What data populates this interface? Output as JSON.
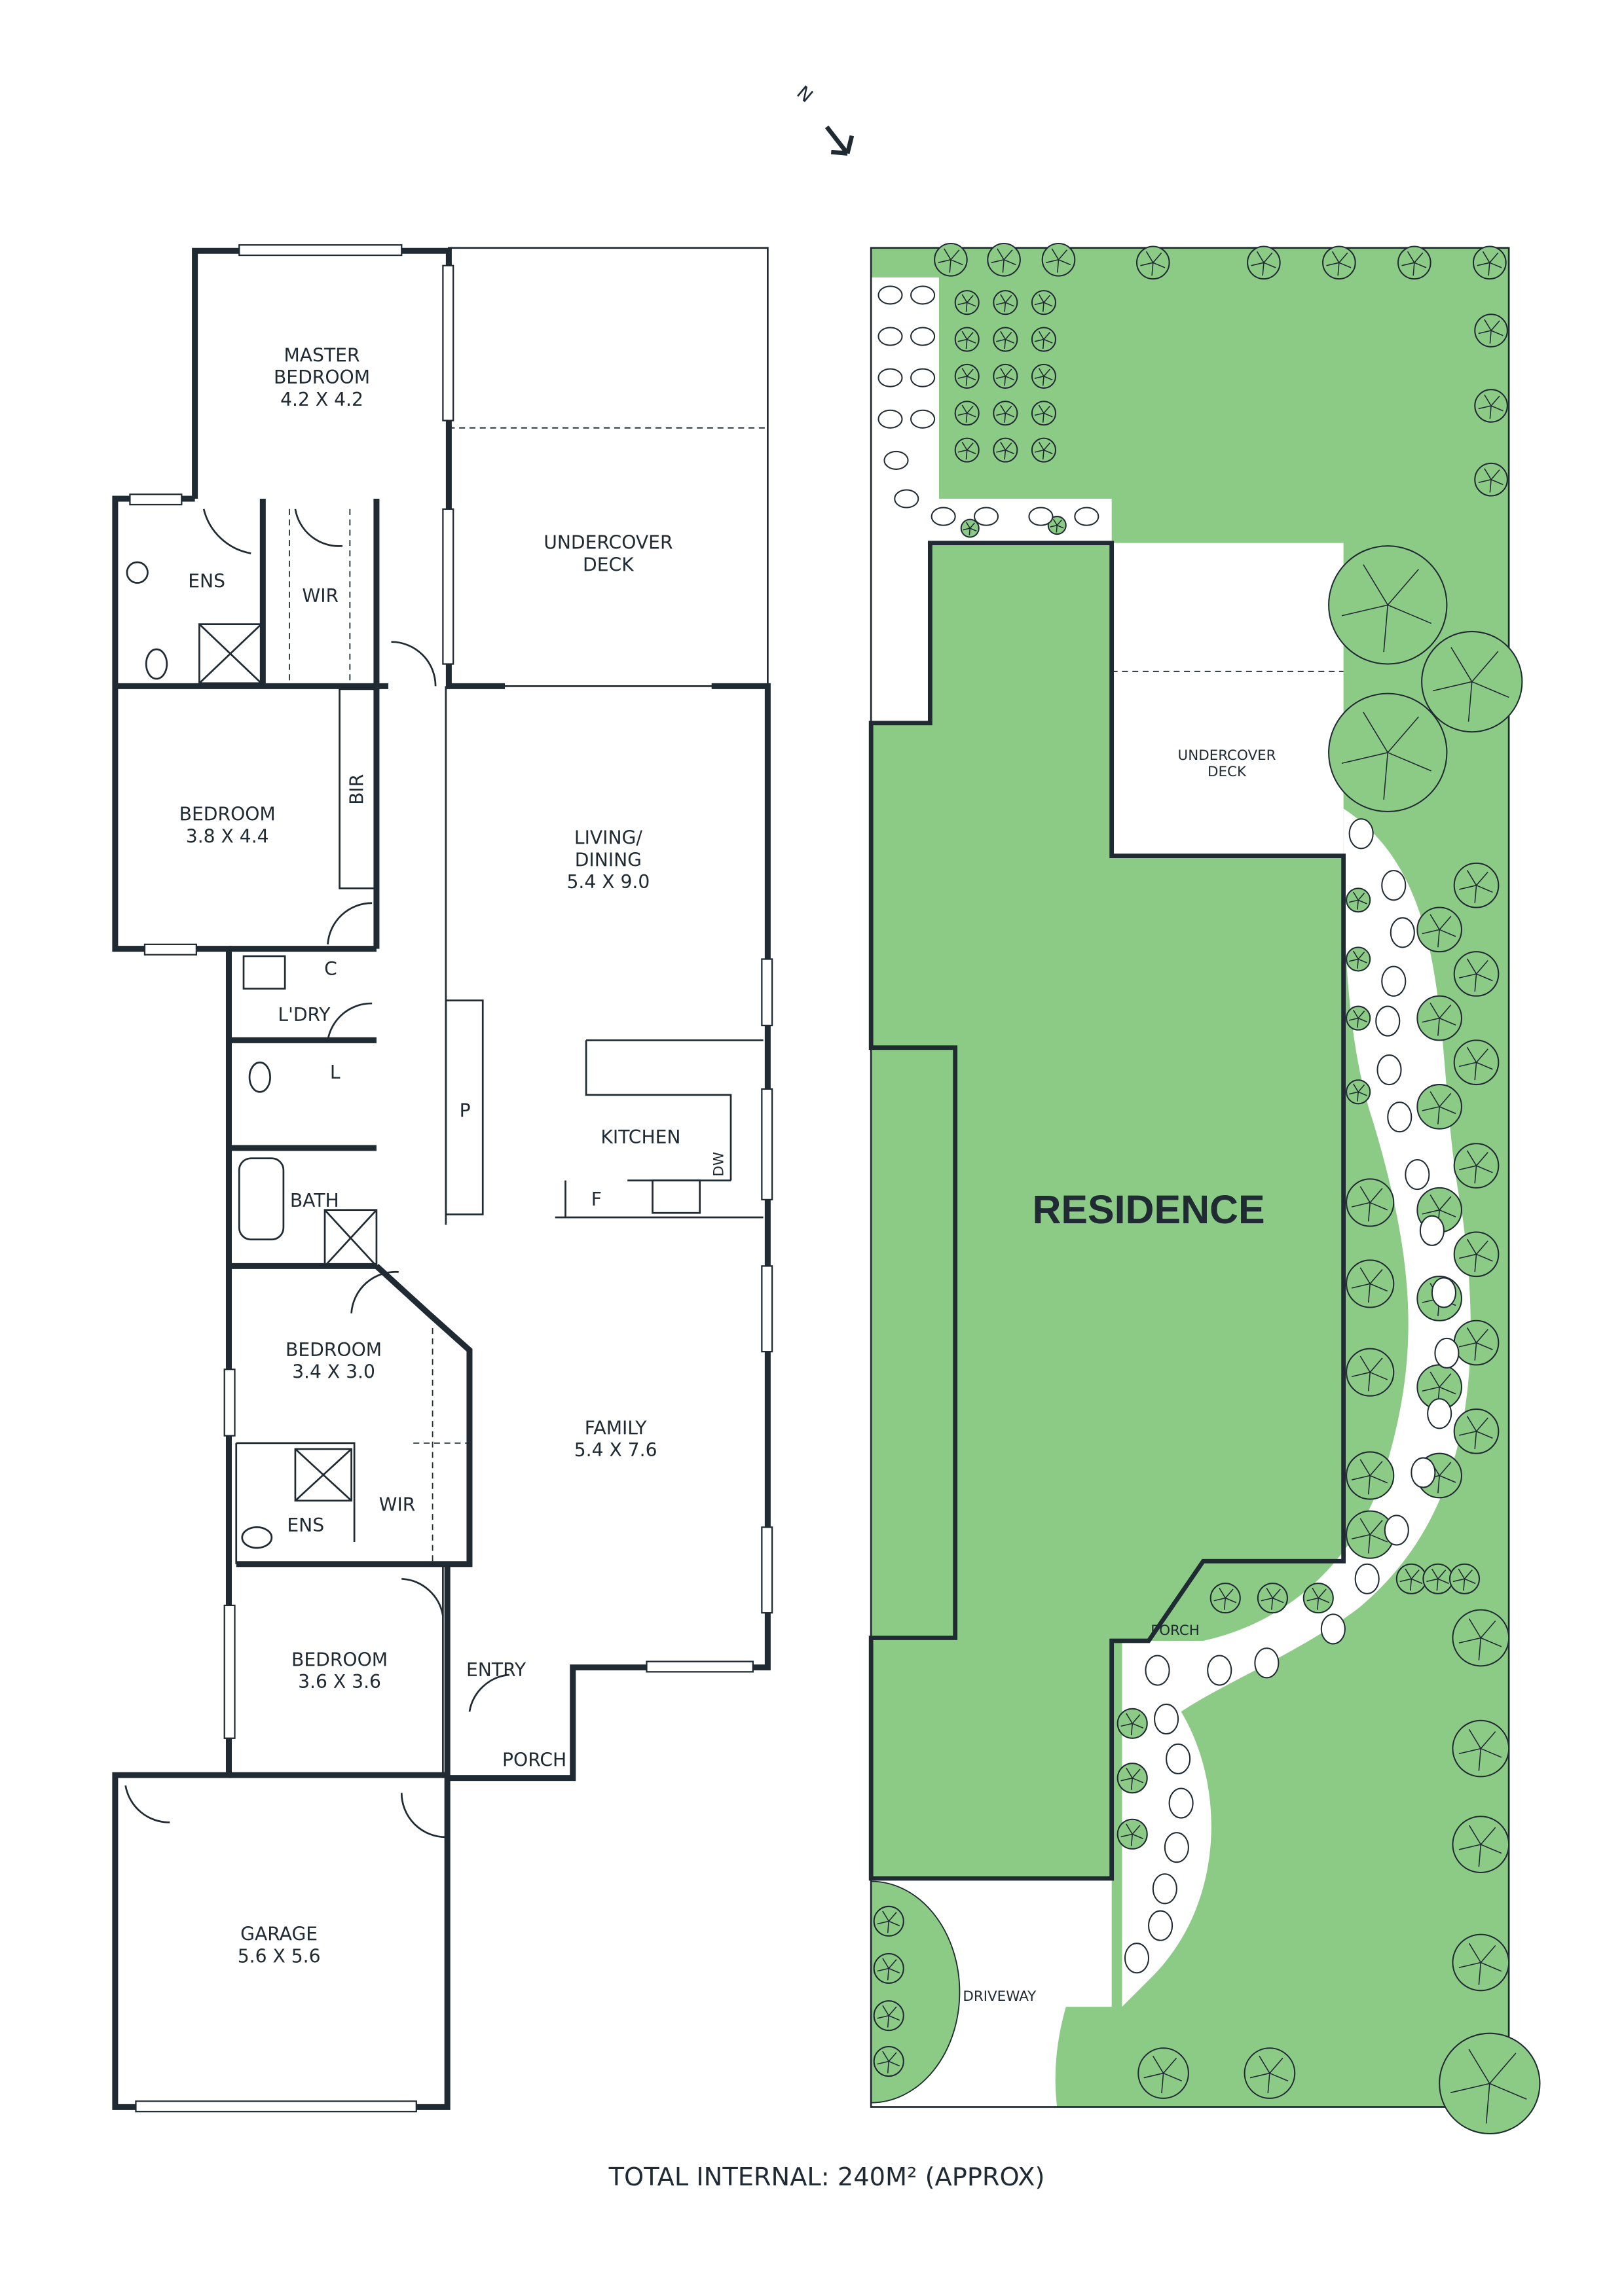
{
  "compass": {
    "label": "N"
  },
  "floor_plan": {
    "rooms": [
      {
        "name": "MASTER",
        "line2": "BEDROOM",
        "size": "4.2 X 4.2"
      },
      {
        "name": "UNDERCOVER",
        "line2": "DECK"
      },
      {
        "name": "ENS"
      },
      {
        "name": "WIR"
      },
      {
        "name": "BEDROOM",
        "size": "3.8 X 4.4"
      },
      {
        "name": "BIR"
      },
      {
        "name": "LIVING/",
        "line2": "DINING",
        "size": "5.4 X 9.0"
      },
      {
        "name": "C"
      },
      {
        "name": "L'DRY"
      },
      {
        "name": "L"
      },
      {
        "name": "P"
      },
      {
        "name": "KITCHEN"
      },
      {
        "name": "DW"
      },
      {
        "name": "F"
      },
      {
        "name": "BATH"
      },
      {
        "name": "BEDROOM",
        "size": "3.4 X 3.0"
      },
      {
        "name": "FAMILY",
        "size": "5.4 X 7.6"
      },
      {
        "name": "WIR"
      },
      {
        "name": "ENS"
      },
      {
        "name": "BEDROOM",
        "size": "3.6 X 3.6"
      },
      {
        "name": "ENTRY"
      },
      {
        "name": "PORCH"
      },
      {
        "name": "GARAGE",
        "size": "5.6 X 5.6"
      }
    ]
  },
  "site_plan": {
    "residence": "RESIDENCE",
    "undercover_deck": {
      "line1": "UNDERCOVER",
      "line2": "DECK"
    },
    "porch": "PORCH",
    "driveway": "DRIVEWAY"
  },
  "footer": {
    "total": "TOTAL INTERNAL:  240M² (APPROX)"
  },
  "colors": {
    "wall": "#1f2a33",
    "grass": "#8ccb85",
    "background": "#ffffff"
  }
}
